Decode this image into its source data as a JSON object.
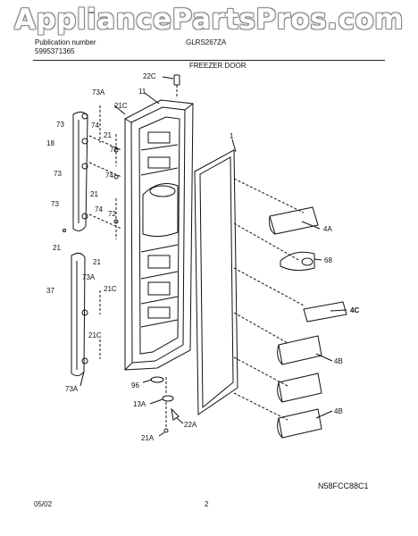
{
  "watermark": "AppliancePartsPros.com",
  "header": {
    "publication_label": "Publication number",
    "publication_number": "5995371365",
    "model": "GLRS267ZA",
    "section_title": "FREEZER DOOR"
  },
  "footer": {
    "date": "05/02",
    "page": "2",
    "diagram_code": "N58FCC88C1"
  },
  "callouts": {
    "c22C": "22C",
    "c11": "11",
    "c73A_top": "73A",
    "c21C_top": "21C",
    "c73_1": "73",
    "c74_1": "74",
    "c21_1": "21",
    "c18": "18",
    "c72_1": "72",
    "c73_2": "73",
    "c74_2": "74",
    "c21_2": "21",
    "c73_3": "73",
    "c74_3": "74",
    "c72_2": "72",
    "c21_3": "21",
    "c21_4": "21",
    "c37": "37",
    "c73A_mid": "73A",
    "c21C_mid": "21C",
    "c21C_low": "21C",
    "c73A_bot": "73A",
    "c96": "96",
    "c13A": "13A",
    "c22A": "22A",
    "c21A": "21A",
    "c1": "1",
    "c4A": "4A",
    "c68": "68",
    "c4C": "4C",
    "c4B_1": "4B",
    "c4B_2": "4B"
  }
}
